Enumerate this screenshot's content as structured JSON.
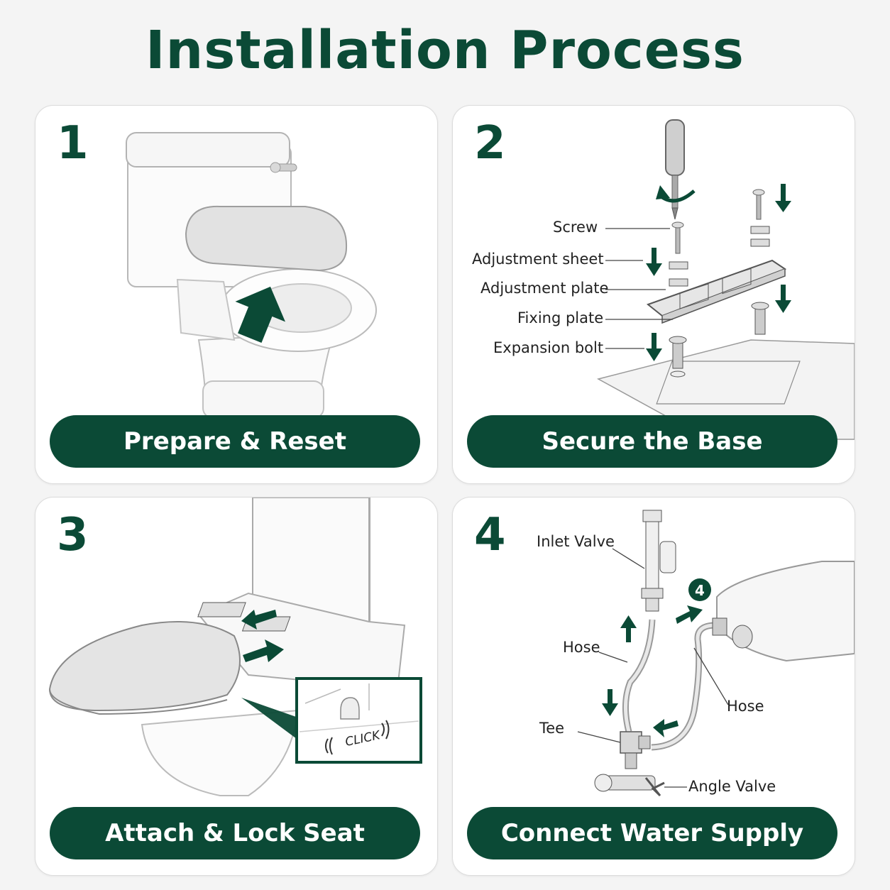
{
  "title": "Installation Process",
  "colors": {
    "accent": "#0b4a36",
    "card": "#ffffff",
    "background": "#f4f4f4"
  },
  "steps": [
    {
      "number": "1",
      "label": "Prepare & Reset"
    },
    {
      "number": "2",
      "label": "Secure the Base",
      "parts": [
        "Screw",
        "Adjustment sheet",
        "Adjustment plate",
        "Fixing plate",
        "Expansion bolt"
      ]
    },
    {
      "number": "3",
      "label": "Attach & Lock Seat",
      "callout": "CLICK"
    },
    {
      "number": "4",
      "label": "Connect Water Supply",
      "parts": [
        "Inlet Valve",
        "Hose",
        "Hose",
        "Tee",
        "Angle Valve"
      ],
      "badge": "4"
    }
  ]
}
